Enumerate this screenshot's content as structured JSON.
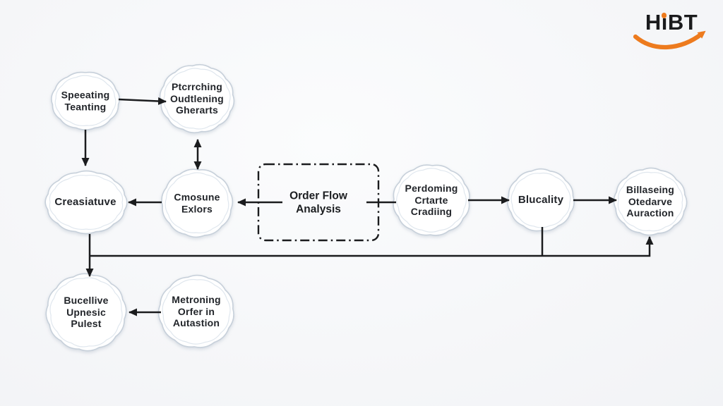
{
  "logo": {
    "part1": "H",
    "part2": "i",
    "part3": "BT",
    "accent_color": "#ed7b1e",
    "text_color": "#1a1b1d"
  },
  "diagram": {
    "nodes": {
      "speeating_teanting": "Speeating\nTeanting",
      "ptcrrching_oudtlening_gherarts": "Ptcrrching\nOudtlening\nGherarts",
      "creasiatuve": "Creasiatuve",
      "cmosune_exlors": "Cmosune\nExlors",
      "order_flow_analysis": "Order Flow\nAnalysis",
      "perdoming_crtarte_cradiing": "Perdoming\nCrtarte\nCradiing",
      "blucality": "Blucality",
      "billaseing_otedarve_auraction": "Billaseing\nOtedarve\nAuraction",
      "bucellive_upnesic_pulest": "Bucellive\nUpnesic\nPulest",
      "metroning_orfer_in_autastion": "Metroning\nOrfer in\nAutastion"
    },
    "colors": {
      "line": "#1b1c1e",
      "cloud_stroke": "#c7d0da",
      "cloud_inner_stroke": "#e0e7ee",
      "cloud_fill": "#ffffff",
      "background": "#f6f7f9",
      "text": "#22252a"
    }
  }
}
